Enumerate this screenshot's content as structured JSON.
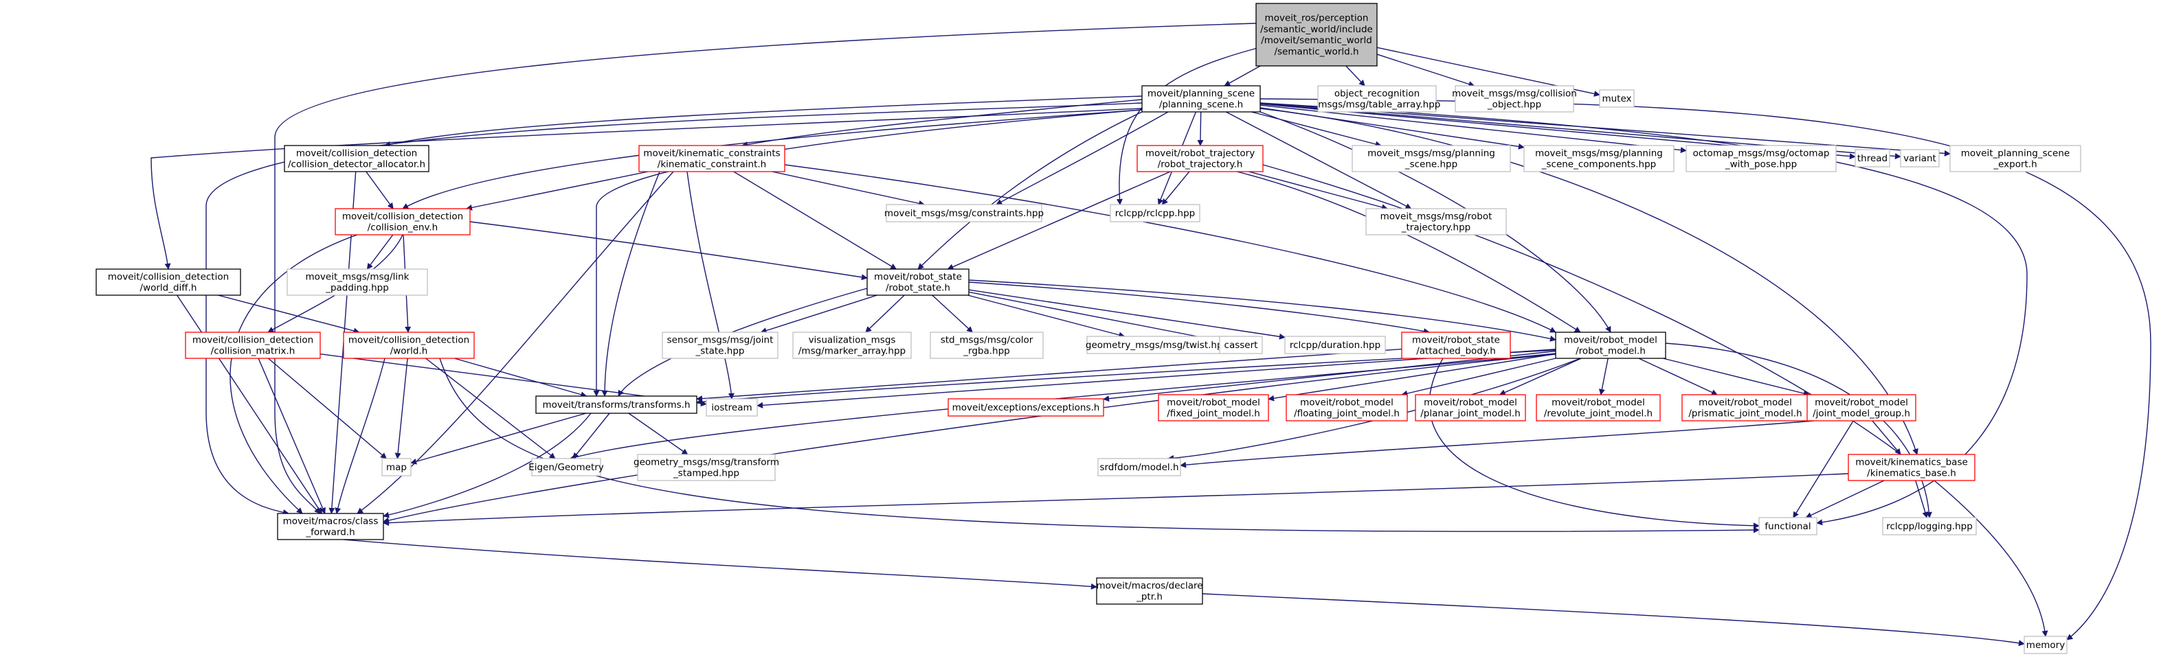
{
  "colors": {
    "edge": "#191970",
    "border_default": "#000000",
    "border_missing": "#bfbfbf",
    "border_incomplete": "#ff0000",
    "fill_root": "#bfbfbf",
    "fill_default": "#ffffff"
  },
  "nodes": [
    {
      "id": "root",
      "lines": [
        "moveit_ros/perception",
        "/semantic_world/include",
        "/moveit/semantic_world",
        "/semantic_world.h"
      ],
      "style": "root"
    },
    {
      "id": "ps",
      "lines": [
        "moveit/planning_scene",
        "/planning_scene.h"
      ],
      "style": "default"
    },
    {
      "id": "tarr",
      "lines": [
        "object_recognition",
        "_msgs/msg/table_array.hpp"
      ],
      "style": "missing"
    },
    {
      "id": "colobj",
      "lines": [
        "moveit_msgs/msg/collision",
        "_object.hpp"
      ],
      "style": "missing"
    },
    {
      "id": "mutex",
      "lines": [
        "mutex"
      ],
      "style": "missing"
    },
    {
      "id": "cda",
      "lines": [
        "moveit/collision_detection",
        "/collision_detector_allocator.h"
      ],
      "style": "default"
    },
    {
      "id": "kc",
      "lines": [
        "moveit/kinematic_constraints",
        "/kinematic_constraint.h"
      ],
      "style": "incomplete"
    },
    {
      "id": "rt",
      "lines": [
        "moveit/robot_trajectory",
        "/robot_trajectory.h"
      ],
      "style": "incomplete"
    },
    {
      "id": "mps",
      "lines": [
        "moveit_msgs/msg/planning",
        "_scene.hpp"
      ],
      "style": "missing"
    },
    {
      "id": "mpsc",
      "lines": [
        "moveit_msgs/msg/planning",
        "_scene_components.hpp"
      ],
      "style": "missing"
    },
    {
      "id": "octo",
      "lines": [
        "octomap_msgs/msg/octomap",
        "_with_pose.hpp"
      ],
      "style": "missing"
    },
    {
      "id": "thread",
      "lines": [
        "thread"
      ],
      "style": "missing"
    },
    {
      "id": "variant",
      "lines": [
        "variant"
      ],
      "style": "missing"
    },
    {
      "id": "psexp",
      "lines": [
        "moveit_planning_scene",
        "_export.h"
      ],
      "style": "missing"
    },
    {
      "id": "cenv",
      "lines": [
        "moveit/collision_detection",
        "/collision_env.h"
      ],
      "style": "incomplete"
    },
    {
      "id": "mcons",
      "lines": [
        "moveit_msgs/msg/constraints.hpp"
      ],
      "style": "missing"
    },
    {
      "id": "rclcpp",
      "lines": [
        "rclcpp/rclcpp.hpp"
      ],
      "style": "missing"
    },
    {
      "id": "mrt",
      "lines": [
        "moveit_msgs/msg/robot",
        "_trajectory.hpp"
      ],
      "style": "missing"
    },
    {
      "id": "wdiff",
      "lines": [
        "moveit/collision_detection",
        "/world_diff.h"
      ],
      "style": "default"
    },
    {
      "id": "link",
      "lines": [
        "moveit_msgs/msg/link",
        "_padding.hpp"
      ],
      "style": "missing"
    },
    {
      "id": "rs",
      "lines": [
        "moveit/robot_state",
        "/robot_state.h"
      ],
      "style": "default"
    },
    {
      "id": "cmat",
      "lines": [
        "moveit/collision_detection",
        "/collision_matrix.h"
      ],
      "style": "incomplete"
    },
    {
      "id": "world",
      "lines": [
        "moveit/collision_detection",
        "/world.h"
      ],
      "style": "incomplete"
    },
    {
      "id": "sjs",
      "lines": [
        "sensor_msgs/msg/joint",
        "_state.hpp"
      ],
      "style": "missing"
    },
    {
      "id": "vis",
      "lines": [
        "visualization_msgs",
        "/msg/marker_array.hpp"
      ],
      "style": "missing"
    },
    {
      "id": "color",
      "lines": [
        "std_msgs/msg/color",
        "_rgba.hpp"
      ],
      "style": "missing"
    },
    {
      "id": "twist",
      "lines": [
        "geometry_msgs/msg/twist.hpp"
      ],
      "style": "missing"
    },
    {
      "id": "cassert",
      "lines": [
        "cassert"
      ],
      "style": "missing"
    },
    {
      "id": "dur",
      "lines": [
        "rclcpp/duration.hpp"
      ],
      "style": "missing"
    },
    {
      "id": "ab",
      "lines": [
        "moveit/robot_state",
        "/attached_body.h"
      ],
      "style": "incomplete"
    },
    {
      "id": "rm",
      "lines": [
        "moveit/robot_model",
        "/robot_model.h"
      ],
      "style": "default"
    },
    {
      "id": "iostream",
      "lines": [
        "iostream"
      ],
      "style": "missing"
    },
    {
      "id": "tf",
      "lines": [
        "moveit/transforms/transforms.h"
      ],
      "style": "default"
    },
    {
      "id": "exc",
      "lines": [
        "moveit/exceptions/exceptions.h"
      ],
      "style": "incomplete"
    },
    {
      "id": "fjm",
      "lines": [
        "moveit/robot_model",
        "/fixed_joint_model.h"
      ],
      "style": "incomplete"
    },
    {
      "id": "flm",
      "lines": [
        "moveit/robot_model",
        "/floating_joint_model.h"
      ],
      "style": "incomplete"
    },
    {
      "id": "pjm",
      "lines": [
        "moveit/robot_model",
        "/planar_joint_model.h"
      ],
      "style": "incomplete"
    },
    {
      "id": "rjm",
      "lines": [
        "moveit/robot_model",
        "/revolute_joint_model.h"
      ],
      "style": "incomplete"
    },
    {
      "id": "prjm",
      "lines": [
        "moveit/robot_model",
        "/prismatic_joint_model.h"
      ],
      "style": "incomplete"
    },
    {
      "id": "jmg",
      "lines": [
        "moveit/robot_model",
        "/joint_model_group.h"
      ],
      "style": "incomplete"
    },
    {
      "id": "map",
      "lines": [
        "map"
      ],
      "style": "missing"
    },
    {
      "id": "eigen",
      "lines": [
        "Eigen/Geometry"
      ],
      "style": "missing"
    },
    {
      "id": "gts",
      "lines": [
        "geometry_msgs/msg/transform",
        "_stamped.hpp"
      ],
      "style": "missing"
    },
    {
      "id": "srdf",
      "lines": [
        "srdfdom/model.h"
      ],
      "style": "missing"
    },
    {
      "id": "kb",
      "lines": [
        "moveit/kinematics_base",
        "/kinematics_base.h"
      ],
      "style": "incomplete"
    },
    {
      "id": "cf",
      "lines": [
        "moveit/macros/class",
        "_forward.h"
      ],
      "style": "default"
    },
    {
      "id": "functional",
      "lines": [
        "functional"
      ],
      "style": "missing"
    },
    {
      "id": "log",
      "lines": [
        "rclcpp/logging.hpp"
      ],
      "style": "missing"
    },
    {
      "id": "dp",
      "lines": [
        "moveit/macros/declare",
        "_ptr.h"
      ],
      "style": "default"
    },
    {
      "id": "memory",
      "lines": [
        "memory"
      ],
      "style": "missing"
    }
  ],
  "edges": [
    [
      "root",
      "ps"
    ],
    [
      "root",
      "tarr"
    ],
    [
      "root",
      "colobj"
    ],
    [
      "root",
      "mutex"
    ],
    [
      "root",
      "cf"
    ],
    [
      "root",
      "rclcpp"
    ],
    [
      "ps",
      "cda"
    ],
    [
      "ps",
      "kc"
    ],
    [
      "ps",
      "rt"
    ],
    [
      "ps",
      "mps"
    ],
    [
      "ps",
      "mpsc"
    ],
    [
      "ps",
      "octo"
    ],
    [
      "ps",
      "thread"
    ],
    [
      "ps",
      "variant"
    ],
    [
      "ps",
      "psexp"
    ],
    [
      "ps",
      "cenv"
    ],
    [
      "ps",
      "mcons"
    ],
    [
      "ps",
      "rclcpp"
    ],
    [
      "ps",
      "mrt"
    ],
    [
      "ps",
      "wdiff"
    ],
    [
      "ps",
      "rs"
    ],
    [
      "ps",
      "rm"
    ],
    [
      "ps",
      "tf"
    ],
    [
      "ps",
      "cf"
    ],
    [
      "ps",
      "functional"
    ],
    [
      "ps",
      "memory"
    ],
    [
      "ps",
      "kb"
    ],
    [
      "cda",
      "cenv"
    ],
    [
      "cda",
      "cf"
    ],
    [
      "kc",
      "cenv"
    ],
    [
      "kc",
      "mcons"
    ],
    [
      "kc",
      "rs"
    ],
    [
      "kc",
      "rm"
    ],
    [
      "kc",
      "tf"
    ],
    [
      "kc",
      "iostream"
    ],
    [
      "kc",
      "cf"
    ],
    [
      "rt",
      "rclcpp"
    ],
    [
      "rt",
      "mrt"
    ],
    [
      "rt",
      "rs"
    ],
    [
      "rt",
      "rm"
    ],
    [
      "rt",
      "memory"
    ],
    [
      "cenv",
      "link"
    ],
    [
      "cenv",
      "cmat"
    ],
    [
      "cenv",
      "world"
    ],
    [
      "cenv",
      "rs"
    ],
    [
      "cenv",
      "cf"
    ],
    [
      "wdiff",
      "world"
    ],
    [
      "wdiff",
      "cf"
    ],
    [
      "rs",
      "sjs"
    ],
    [
      "rs",
      "vis"
    ],
    [
      "rs",
      "color"
    ],
    [
      "rs",
      "twist"
    ],
    [
      "rs",
      "cassert"
    ],
    [
      "rs",
      "dur"
    ],
    [
      "rs",
      "ab"
    ],
    [
      "rs",
      "rm"
    ],
    [
      "rs",
      "tf"
    ],
    [
      "cmat",
      "iostream"
    ],
    [
      "cmat",
      "map"
    ],
    [
      "cmat",
      "cf"
    ],
    [
      "world",
      "tf"
    ],
    [
      "world",
      "map"
    ],
    [
      "world",
      "eigen"
    ],
    [
      "world",
      "cf"
    ],
    [
      "world",
      "functional"
    ],
    [
      "ab",
      "tf"
    ],
    [
      "ab",
      "functional"
    ],
    [
      "rm",
      "iostream"
    ],
    [
      "rm",
      "exc"
    ],
    [
      "rm",
      "fjm"
    ],
    [
      "rm",
      "flm"
    ],
    [
      "rm",
      "pjm"
    ],
    [
      "rm",
      "rjm"
    ],
    [
      "rm",
      "prjm"
    ],
    [
      "rm",
      "jmg"
    ],
    [
      "rm",
      "srdf"
    ],
    [
      "rm",
      "eigen"
    ],
    [
      "rm",
      "log"
    ],
    [
      "rm",
      "cf"
    ],
    [
      "rm",
      "tf"
    ],
    [
      "tf",
      "map"
    ],
    [
      "tf",
      "eigen"
    ],
    [
      "tf",
      "gts"
    ],
    [
      "tf",
      "cf"
    ],
    [
      "jmg",
      "kb"
    ],
    [
      "jmg",
      "functional"
    ],
    [
      "jmg",
      "srdf"
    ],
    [
      "kb",
      "cf"
    ],
    [
      "kb",
      "functional"
    ],
    [
      "kb",
      "log"
    ],
    [
      "cf",
      "dp"
    ],
    [
      "dp",
      "memory"
    ]
  ]
}
